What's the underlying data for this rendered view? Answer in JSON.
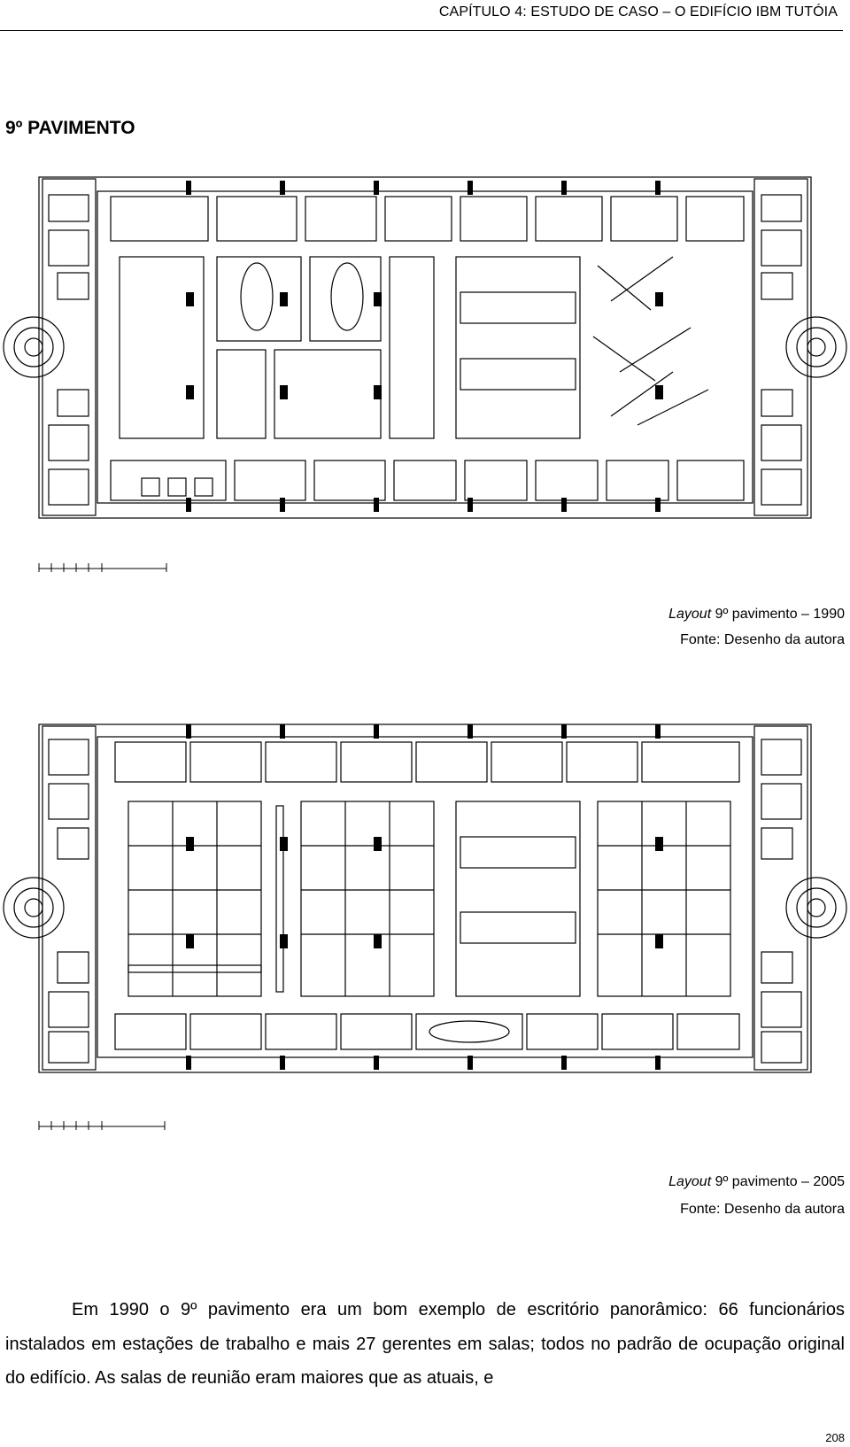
{
  "header": {
    "running_title": "CAPÍTULO 4: ESTUDO DE CASO – O EDIFÍCIO IBM TUTÓIA"
  },
  "section": {
    "title": "9º PAVIMENTO"
  },
  "figures": [
    {
      "caption_italic": "Layout",
      "caption_rest": " 9º pavimento – 1990",
      "source": "Fonte: Desenho da autora"
    },
    {
      "caption_italic": "Layout",
      "caption_rest": " 9º pavimento – 2005",
      "source": "Fonte: Desenho da autora"
    }
  ],
  "body": {
    "paragraph": "Em 1990 o 9º pavimento era um bom exemplo de escritório panorâmico: 66 funcionários instalados em estações de trabalho e mais 27 gerentes em salas; todos no padrão de ocupação original do edifício. As salas de reunião eram maiores que as atuais, e"
  },
  "footer": {
    "page_number": "208"
  }
}
